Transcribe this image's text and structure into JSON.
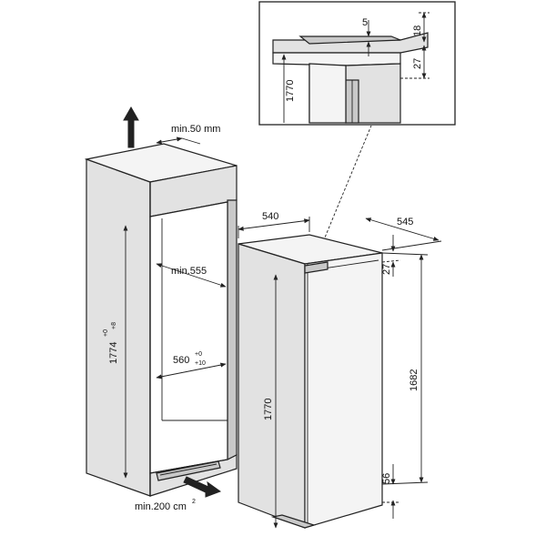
{
  "labels": {
    "min_50": "min.50 mm",
    "niche_height": "1774",
    "niche_height_tol_top": "+0",
    "niche_height_tol_bottom": "+8",
    "min_555": "min.555",
    "niche_width": "560",
    "niche_width_tol_top": "+0",
    "niche_width_tol_bottom": "+10",
    "min_200_cm2": "min.200 cm",
    "min_200_sup": "2",
    "width_540": "540",
    "depth_545": "545",
    "height_1770": "1770",
    "door_1682": "1682",
    "dim_27": "27",
    "dim_56": "56",
    "detail_5": "5",
    "detail_18": "18",
    "detail_27": "27",
    "detail_1770": "1770"
  },
  "icons": {
    "airflow_up": "arrow-up-icon",
    "airflow_in": "arrow-right-icon"
  }
}
